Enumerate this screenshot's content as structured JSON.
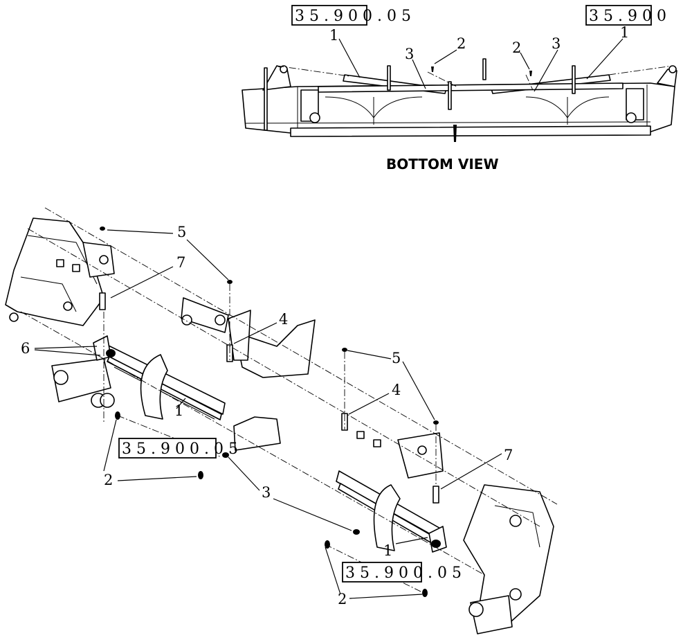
{
  "view_label": "BOTTOM VIEW",
  "references": [
    {
      "text": "35.900.05"
    },
    {
      "text": "35.900"
    },
    {
      "text": "35.900.05"
    },
    {
      "text": "35.900.05"
    }
  ],
  "callouts_top": [
    {
      "text": "1"
    },
    {
      "text": "2"
    },
    {
      "text": "3"
    },
    {
      "text": "2"
    },
    {
      "text": "3"
    },
    {
      "text": "1"
    }
  ],
  "callouts_main": [
    {
      "text": "5"
    },
    {
      "text": "7"
    },
    {
      "text": "4"
    },
    {
      "text": "6"
    },
    {
      "text": "1"
    },
    {
      "text": "2"
    },
    {
      "text": "3"
    },
    {
      "text": "5"
    },
    {
      "text": "4"
    },
    {
      "text": "7"
    },
    {
      "text": "1"
    },
    {
      "text": "2"
    }
  ]
}
